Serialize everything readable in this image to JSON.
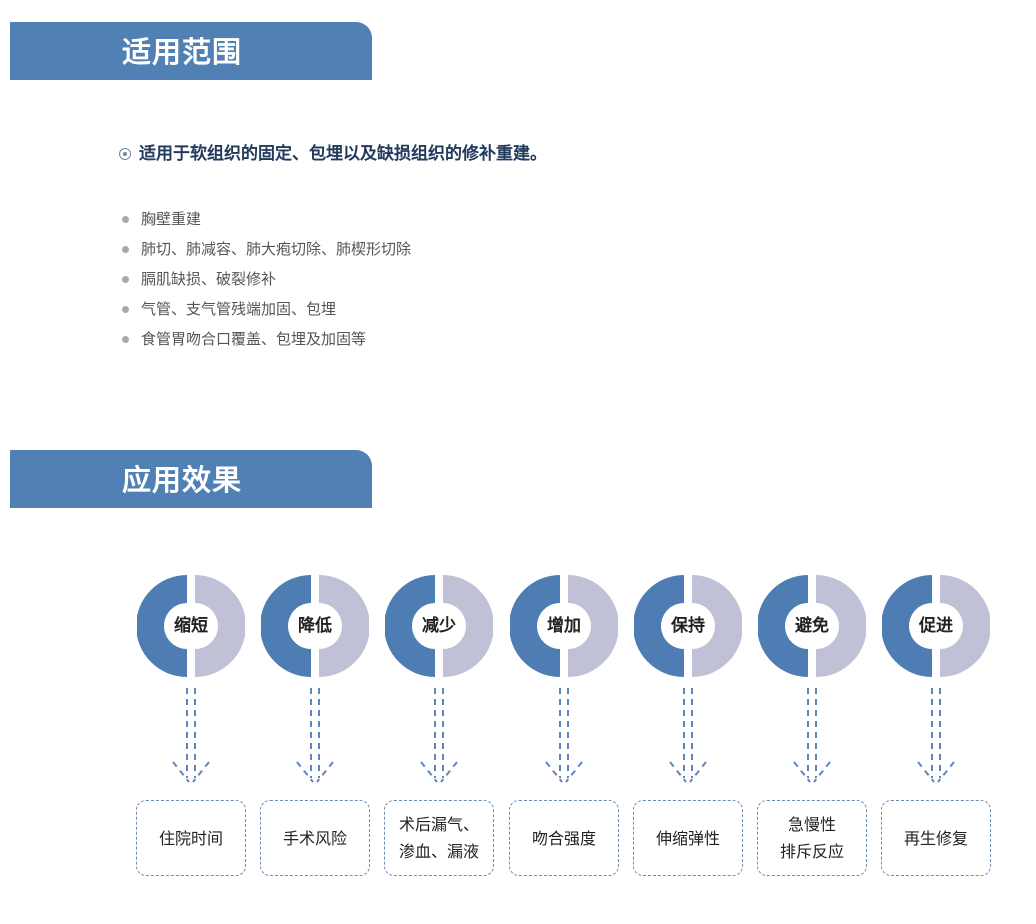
{
  "sections": {
    "scope_title": "适用范围",
    "effect_title": "应用效果"
  },
  "scope": {
    "lead": "适用于软组织的固定、包埋以及缺损组织的修补重建。",
    "items": [
      "胸壁重建",
      "肺切、肺减容、肺大疱切除、肺楔形切除",
      "膈肌缺损、破裂修补",
      "气管、支气管残端加固、包埋",
      "食管胃吻合口覆盖、包埋及加固等"
    ]
  },
  "effects": [
    {
      "verb": "缩短",
      "result": [
        "住院时间"
      ]
    },
    {
      "verb": "降低",
      "result": [
        "手术风险"
      ]
    },
    {
      "verb": "减少",
      "result": [
        "术后漏气、",
        "渗血、漏液"
      ]
    },
    {
      "verb": "增加",
      "result": [
        "吻合强度"
      ]
    },
    {
      "verb": "保持",
      "result": [
        "伸缩弹性"
      ]
    },
    {
      "verb": "避免",
      "result": [
        "急慢性",
        "排斥反应"
      ]
    },
    {
      "verb": "促进",
      "result": [
        "再生修复"
      ]
    }
  ],
  "colors": {
    "banner": "#5080b4",
    "ring_left": "#4d7db2",
    "ring_right": "#c0c0d6",
    "arrow": "#5f86b8"
  }
}
